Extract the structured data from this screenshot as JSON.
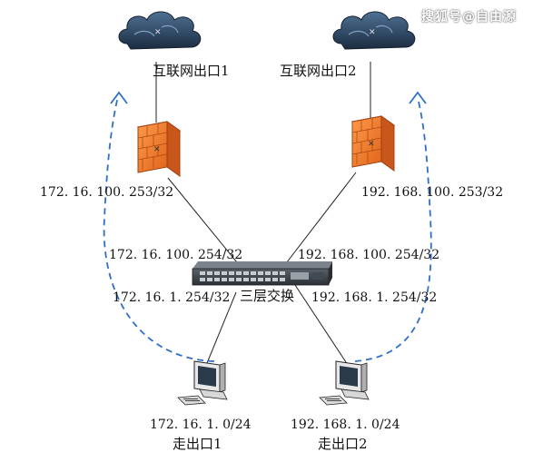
{
  "watermark": "搜狐号@自由源",
  "internet": [
    {
      "label": "互联网出口1",
      "icon": "cloud-icon"
    },
    {
      "label": "互联网出口2",
      "icon": "cloud-icon"
    }
  ],
  "firewalls": [
    {
      "wan_ip": "172. 16. 100. 253/32",
      "icon": "firewall-icon"
    },
    {
      "wan_ip": "192. 168. 100. 253/32",
      "icon": "firewall-icon"
    }
  ],
  "switch": {
    "label": "三层交换",
    "icon": "switch-icon",
    "uplink_ips": [
      "172. 16. 100. 254/32",
      "192. 168. 100. 254/32"
    ],
    "vlan_ips": [
      "172. 16. 1. 254/32",
      "192. 168. 1. 254/32"
    ]
  },
  "hosts": [
    {
      "subnet": "172. 16. 1. 0/24",
      "label": "走出口1",
      "icon": "computer-icon"
    },
    {
      "subnet": "192. 168. 1. 0/24",
      "label": "走出口2",
      "icon": "computer-icon"
    }
  ],
  "colors": {
    "dashed_path": "#2f6fc9",
    "firewall": "#f07a2a",
    "cloud": "#2e4a66",
    "line": "#222222"
  }
}
